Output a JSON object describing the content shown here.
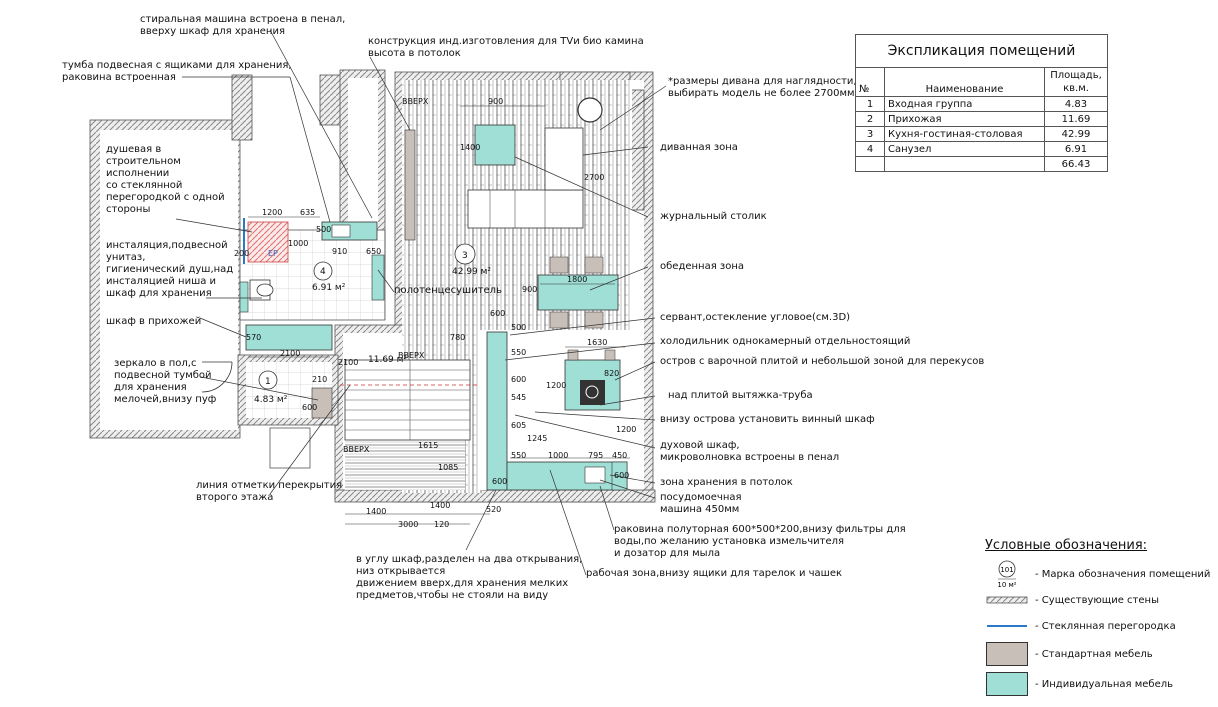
{
  "colors": {
    "individual_furniture": "#9fdfd6",
    "standard_furniture": "#c9bfb9",
    "wall": "#999999",
    "glass": "#2a78c8"
  },
  "notes": {
    "washer": [
      "стиральная машина встроена в пенал,",
      "вверху шкаф для хранения"
    ],
    "vanity": [
      "тумба подвесная с ящиками для хранения,",
      "раковина встроенная"
    ],
    "tv": [
      "конструкция инд.изготовления для TVи био камина",
      "высота в потолок"
    ],
    "sofa_dims": [
      "*размеры дивана для наглядности,",
      "выбирать модель не более 2700мм"
    ],
    "shower": [
      "душевая в",
      "строительном",
      "исполнении",
      "со стеклянной",
      "перегородкой с одной",
      "стороны"
    ],
    "installation": [
      "инсталяция,подвесной",
      "унитаз,",
      "гигиенический душ,над",
      "инсталяцией ниша и",
      "шкаф для хранения"
    ],
    "hall_wardrobe": "шкаф в прихожей",
    "mirror": [
      "зеркало в пол,с",
      "подвесной тумбой",
      "для хранения",
      "мелочей,внизу пуф"
    ],
    "towel_dryer": "полотенцесушитель",
    "sofa_zone": "диванная зона",
    "coffee_table": "журнальный столик",
    "dining_zone": "обеденная зона",
    "sideboard": "сервант,остекление угловое(см.3D)",
    "fridge": "холодильник однокамерный отдельностоящий",
    "island": "остров с варочной плитой и небольшой зоной для перекусов",
    "hood": "над плитой вытяжка-труба",
    "wine": "внизу острова установить винный шкаф",
    "oven": [
      "духовой шкаф,",
      "микроволновка встроены в пенал"
    ],
    "storage": "зона хранения в потолок",
    "dishwasher": [
      "посудомоечная",
      "машина 450мм"
    ],
    "sink": [
      "раковина полуторная 600*500*200,внизу фильтры для",
      "воды,по желанию установка измельчителя",
      "и дозатор для мыла"
    ],
    "work_zone": "рабочая зона,внизу ящики для тарелок и чашек",
    "corner_wardrobe": [
      "в углу шкаф,разделен на два открывания,",
      "низ открывается",
      "движением вверх,для хранения мелких",
      "предметов,чтобы не стояли на виду"
    ],
    "floor_line": [
      "линия отметки перекрытия",
      "второго этажа"
    ]
  },
  "plan_labels": {
    "room1_num": "1",
    "room1_area": "4.83 м²",
    "room2_area": "11.69 м²",
    "room3_num": "3",
    "room3_area": "42.99 м²",
    "room4_num": "4",
    "room4_area": "6.91 м²",
    "up1": "ВВЕРХ",
    "up2": "ВВЕРХ",
    "up3": "ВВЕРХ",
    "ep": "ЕР",
    "dims": [
      "1200",
      "635",
      "500",
      "1000",
      "200",
      "910",
      "650",
      "900",
      "1400",
      "2700",
      "1800",
      "900",
      "600",
      "2100",
      "570",
      "210",
      "600",
      "780",
      "500",
      "550",
      "1630",
      "820",
      "1200",
      "600",
      "545",
      "605",
      "1245",
      "1200",
      "550",
      "1000",
      "795",
      "450",
      "600",
      "600",
      "520",
      "1400",
      "1400",
      "3000",
      "120",
      "1615",
      "1085",
      "2100"
    ]
  },
  "explication": {
    "title": "Экспликация помещений",
    "headers": {
      "num": "№",
      "name": "Наименование",
      "area": "Площадь, кв.м."
    },
    "rows": [
      {
        "num": "1",
        "name": "Входная группа",
        "area": "4.83"
      },
      {
        "num": "2",
        "name": "Прихожая",
        "area": "11.69"
      },
      {
        "num": "3",
        "name": "Кухня-гостиная-столовая",
        "area": "42.99"
      },
      {
        "num": "4",
        "name": "Санузел",
        "area": "6.91"
      }
    ],
    "total": "66.43"
  },
  "legend": {
    "title": "Условные обозначения:",
    "mark_num": "101",
    "mark_area": "10 м²",
    "items": [
      "- Марка обозначения помещений",
      "- Существующие стены",
      "- Стеклянная перегородка",
      "- Стандартная мебель",
      "- Индивидуальная мебель"
    ]
  }
}
